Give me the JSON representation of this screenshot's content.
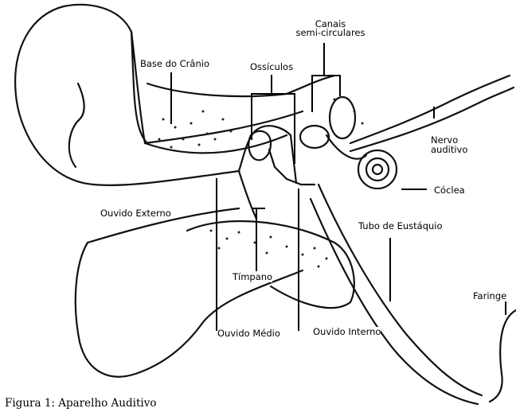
{
  "labels": {
    "canais": "Canais",
    "semi_circulares": "semi-circulares",
    "base_cranio": "Base do Crânio",
    "ossiculos": "Ossículos",
    "nervo": "Nervo",
    "auditivo": "auditivo",
    "coclea": "Cóclea",
    "ouvido_externo": "Ouvido Externo",
    "tubo_eustaquio": "Tubo de Eustáquio",
    "timpano": "Tímpano",
    "faringe": "Faringe",
    "ouvido_medio": "Ouvido Médio",
    "ouvido_interno": "Ouvido Interno"
  },
  "caption": "Figura 1: Aparelho Auditivo"
}
